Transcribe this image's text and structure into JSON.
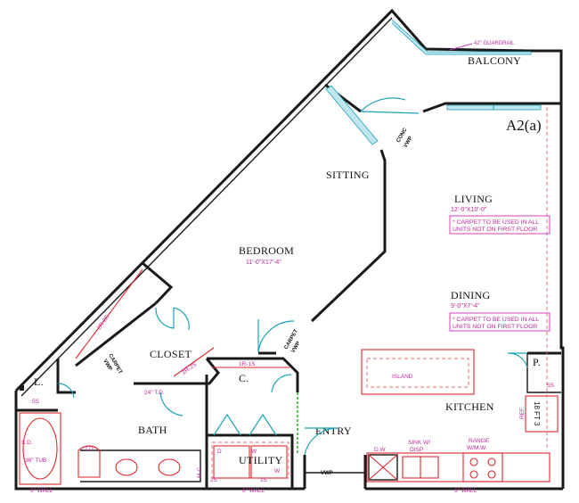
{
  "unit_code": "A2(a)",
  "rooms": {
    "balcony": "BALCONY",
    "sitting": "SITTING",
    "living": "LIVING",
    "living_dim": "12'-0\"X10'-0\"",
    "bedroom": "BEDROOM",
    "bedroom_dim": "11'-0\"X17'-4\"",
    "dining": "DINING",
    "dining_dim": "9'-0\"X7'-4\"",
    "closet": "CLOSET",
    "kitchen": "KITCHEN",
    "bath": "BATH",
    "entry": "ENTRY",
    "utility": "UTILITY",
    "linen": "L.",
    "pantry": "P.",
    "coat": "C.",
    "island": "ISLAND"
  },
  "notes": {
    "guardrail": "42\" GUARDRAIL",
    "carpet_line1": "* CARPET TO BE USED IN ALL",
    "carpet_line2": "UNITS NOT ON FIRST FLOOR"
  },
  "labels": {
    "conc_vwp_top": "CONC",
    "conc_vwp_bottom": "VWP",
    "carpet_vwp_top": "CARPET",
    "carpet_vwp_bottom": "VWP",
    "vwp": "VWP",
    "tub": "36\" TUB",
    "sd": "S.D.",
    "wall_6_a": "6\" WALL",
    "wall_6_b": "6\" WALL",
    "wall_6_c": "6\" WALL",
    "shelf_5s_a": "5S",
    "shelf_5s_b": "5S",
    "shelf_2r2s_a": "2R-2S",
    "shelf_2r2s_b": "2R-2S",
    "shelf_1r1s": "1R-1S",
    "shelf_2s": "2S",
    "shelf_1s": "1S",
    "td": "T.D.",
    "mc": "M.C.",
    "counter_24": "24\" T.D.",
    "dw": "D.W.",
    "sink": "SINK W/",
    "disp": "DISP.",
    "range": "RANGE",
    "range_sub": "W/M.W.",
    "refr": "REF.",
    "ft18": "18 FT",
    "ft18_sup": "3",
    "util_d": "D",
    "util_w": "W",
    "util_w2": "W"
  }
}
